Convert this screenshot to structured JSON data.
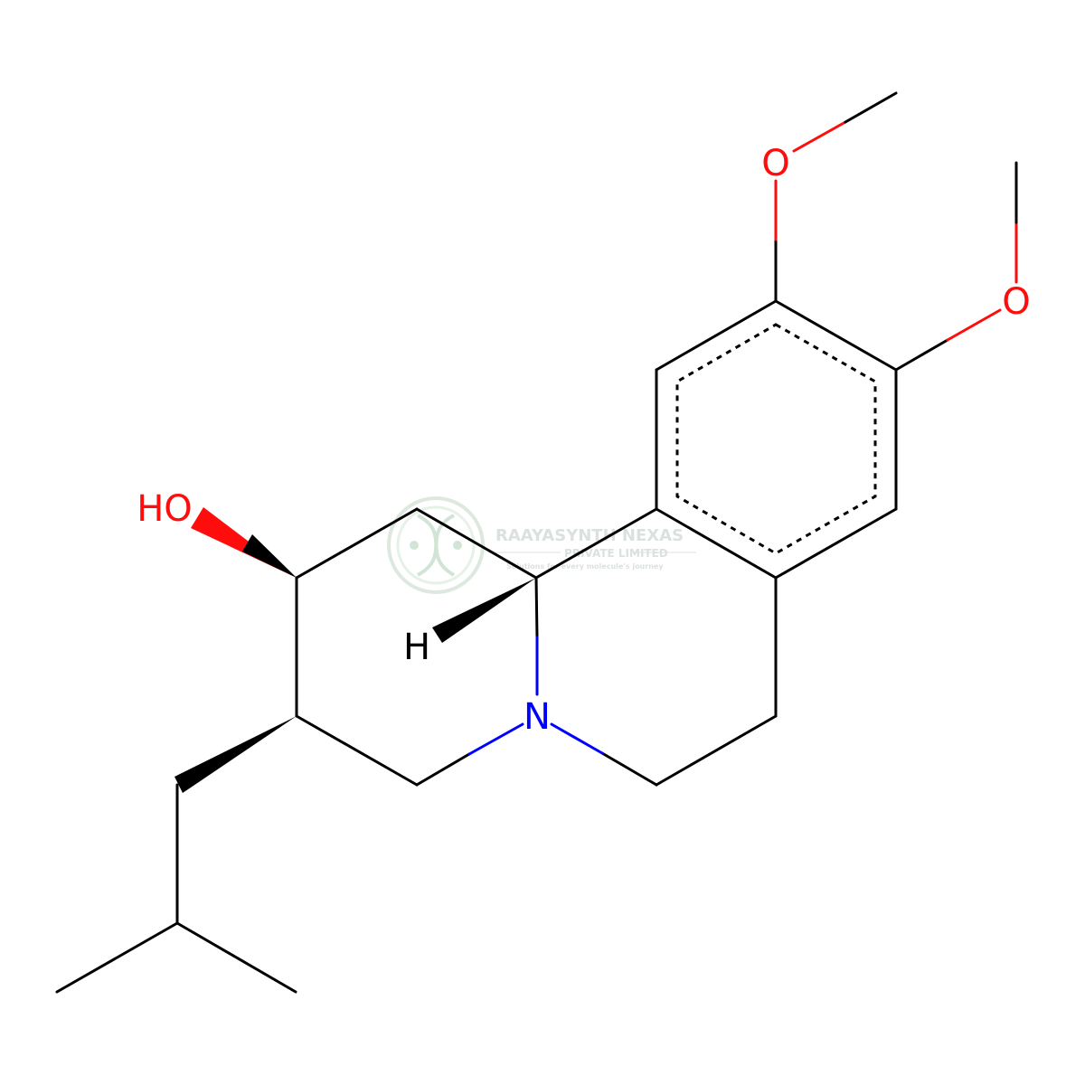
{
  "molecule": {
    "atoms": {
      "ho": "HO",
      "o_methoxy_top": "O",
      "o_methoxy_right": "O",
      "n": "N",
      "h": "H"
    },
    "colors": {
      "carbon": "#000000",
      "oxygen": "#ff0d0d",
      "nitrogen": "#0000ff"
    }
  },
  "watermark": {
    "company": "RAAYASYNTH NEXAS",
    "subtitle": "PRIVATE LIMITED",
    "tagline": "Solutions for every molecule's journey",
    "color": "#b5c7b9"
  }
}
